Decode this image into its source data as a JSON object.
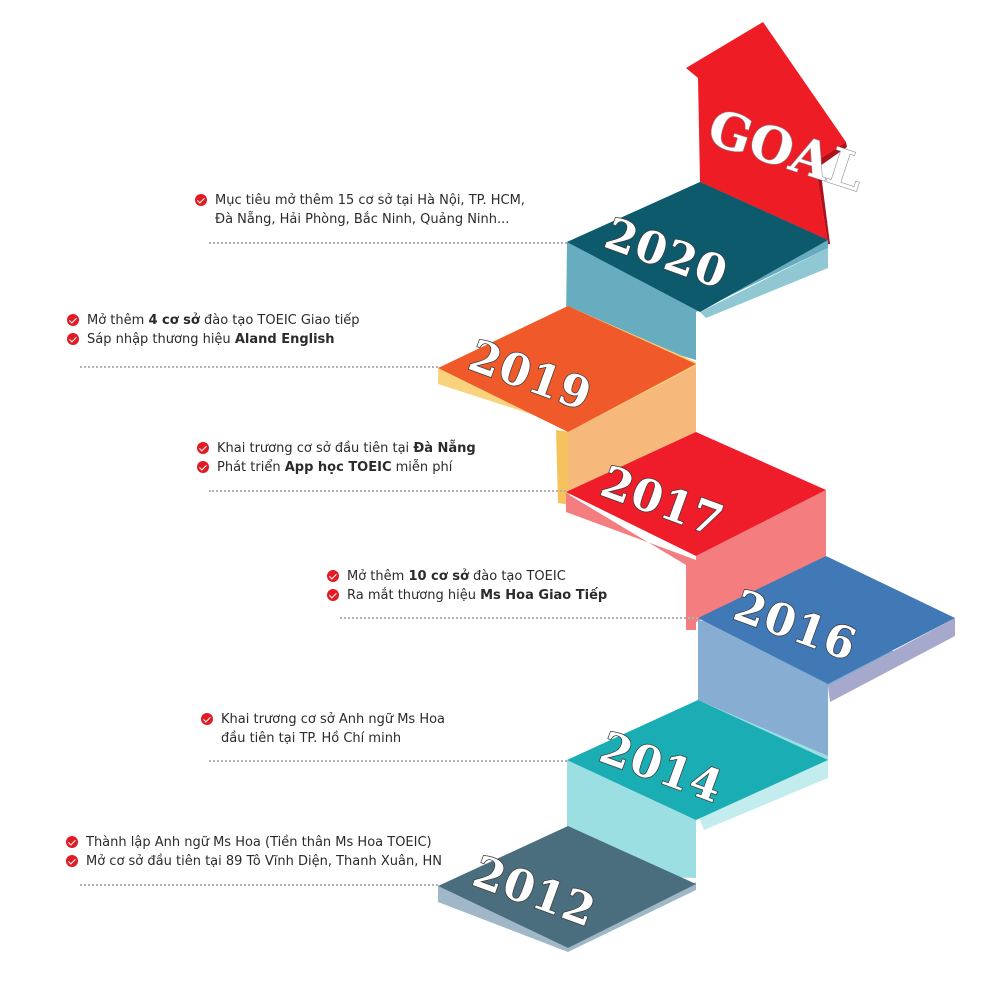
{
  "colors": {
    "accent": "#e01b24",
    "step_2012": "#4a6e7e",
    "step_2014": "#1aadb4",
    "step_2016": "#4179b6",
    "step_2017": "#ef1c2a",
    "step_2019": "#f0592a",
    "step_2020": "#0c5a6c",
    "goal": "#ee1c25"
  },
  "goal": {
    "label": "GOAL"
  },
  "steps": [
    {
      "year": "2012",
      "lines": [
        {
          "parts": [
            {
              "text": "Thành lập Anh ngữ Ms Hoa (Tiền thân Ms Hoa TOEIC)",
              "bold": false
            }
          ]
        },
        {
          "parts": [
            {
              "text": "Mở cơ sở đầu tiên tại 89 Tô Vĩnh Diện, Thanh Xuân, HN",
              "bold": false
            }
          ]
        }
      ]
    },
    {
      "year": "2014",
      "lines": [
        {
          "parts": [
            {
              "text": "Khai trương cơ sở Anh ngữ Ms Hoa",
              "bold": false
            }
          ]
        },
        {
          "parts": [
            {
              "text": "đầu tiên tại TP. Hồ Chí minh",
              "bold": false
            }
          ],
          "continuation": true
        }
      ]
    },
    {
      "year": "2016",
      "lines": [
        {
          "parts": [
            {
              "text": "Mở thêm ",
              "bold": false
            },
            {
              "text": "10 cơ sở",
              "bold": true
            },
            {
              "text": " đào tạo TOEIC",
              "bold": false
            }
          ]
        },
        {
          "parts": [
            {
              "text": "Ra mắt thương hiệu ",
              "bold": false
            },
            {
              "text": "Ms Hoa Giao Tiếp",
              "bold": true
            }
          ]
        }
      ]
    },
    {
      "year": "2017",
      "lines": [
        {
          "parts": [
            {
              "text": "Khai trương cơ sở đầu tiên tại ",
              "bold": false
            },
            {
              "text": "Đà Nẵng",
              "bold": true
            }
          ]
        },
        {
          "parts": [
            {
              "text": "Phát triển ",
              "bold": false
            },
            {
              "text": "App học TOEIC",
              "bold": true
            },
            {
              "text": " miễn phí",
              "bold": false
            }
          ]
        }
      ]
    },
    {
      "year": "2019",
      "lines": [
        {
          "parts": [
            {
              "text": "Mở thêm ",
              "bold": false
            },
            {
              "text": "4 cơ sở",
              "bold": true
            },
            {
              "text": " đào tạo TOEIC Giao tiếp",
              "bold": false
            }
          ]
        },
        {
          "parts": [
            {
              "text": "Sáp nhập thương hiệu ",
              "bold": false
            },
            {
              "text": "Aland English",
              "bold": true
            }
          ]
        }
      ]
    },
    {
      "year": "2020",
      "lines": [
        {
          "parts": [
            {
              "text": "Mục tiêu mở thêm 15 cơ sở tại Hà Nội, TP. HCM,",
              "bold": false
            }
          ]
        },
        {
          "parts": [
            {
              "text": "Đà Nẵng, Hải Phòng, Bắc Ninh, Quảng Ninh...",
              "bold": false
            }
          ],
          "continuation": true
        }
      ]
    }
  ]
}
